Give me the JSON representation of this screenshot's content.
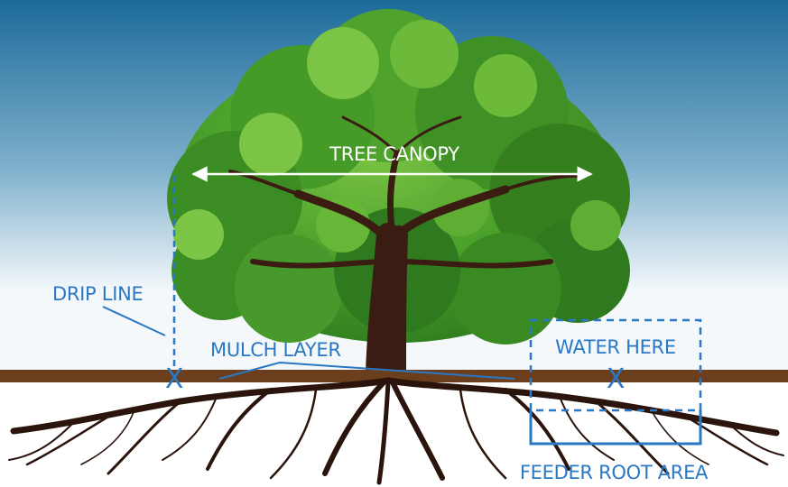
{
  "labels": {
    "tree_canopy": "TREE CANOPY",
    "drip_line": "DRIP LINE",
    "mulch_layer": "MULCH LAYER",
    "water_here": "WATER HERE",
    "feeder_root_area": "FEEDER ROOT AREA",
    "marker": "X"
  },
  "colors": {
    "sky_top": "#1c6b9a",
    "sky_bottom": "#f4f8fb",
    "label_blue": "#2a78c4",
    "canopy_text": "#ffffff",
    "mulch": "#6b3f1d",
    "trunk": "#3a1c12",
    "roots": "#2b140c",
    "leaf_dark": "#2f7a1f",
    "leaf_mid": "#4aa02a",
    "leaf_light": "#7cc445"
  }
}
